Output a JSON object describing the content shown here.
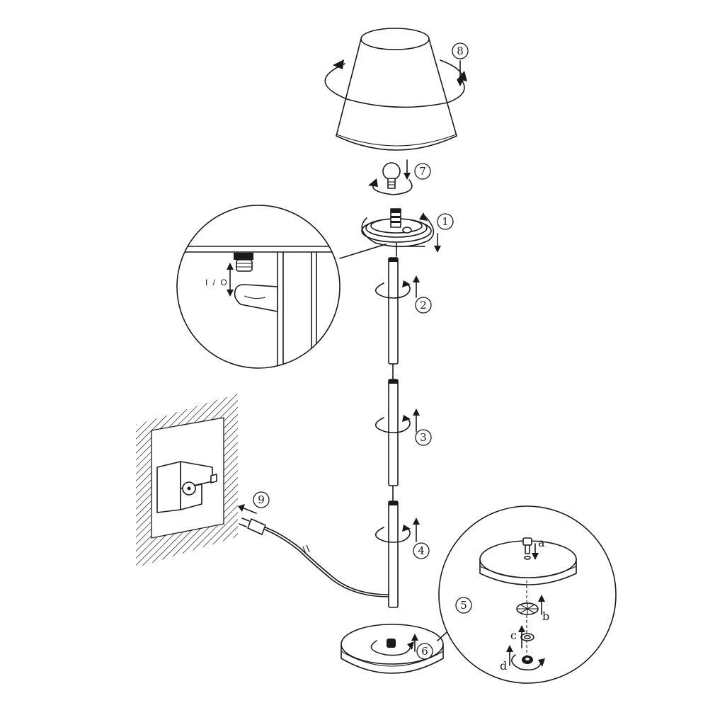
{
  "diagram": {
    "step_labels": [
      "1",
      "2",
      "3",
      "4",
      "5",
      "6",
      "7",
      "8",
      "9"
    ],
    "detail_letters": [
      "a",
      "b",
      "c",
      "d"
    ],
    "switch_label": "I / O"
  }
}
